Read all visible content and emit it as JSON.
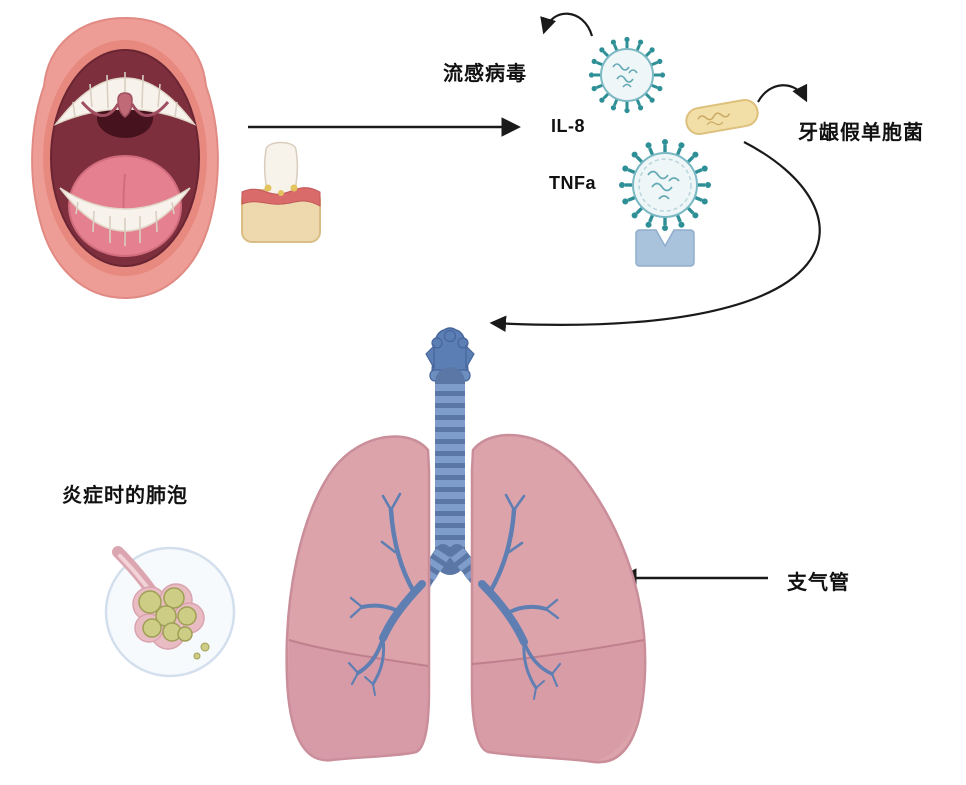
{
  "figure": {
    "labels": {
      "influenza_virus": "流感病毒",
      "il8": "IL-8",
      "tnfa": "TNFa",
      "p_gingivalis": "牙龈假单胞菌",
      "inflamed_alveoli": "炎症时的肺泡",
      "bronchi": "支气管"
    },
    "colors": {
      "arrow": "#1a1a1a",
      "virus_teal": "#2e8f96",
      "virus_body": "#eef6f8",
      "bacterium_yellow": "#f2dfa8",
      "receptor_blue": "#a9c3dd",
      "trachea_blue": "#5a77a6",
      "trachea_ring": "#7e9dcb",
      "lung_pink": "#dca3ab",
      "bronchial_blue": "#5f7fb3",
      "alveoli_yellow": "#cdcd86",
      "mouth_pink": "#ee9d96",
      "label_text": "#111111"
    }
  }
}
